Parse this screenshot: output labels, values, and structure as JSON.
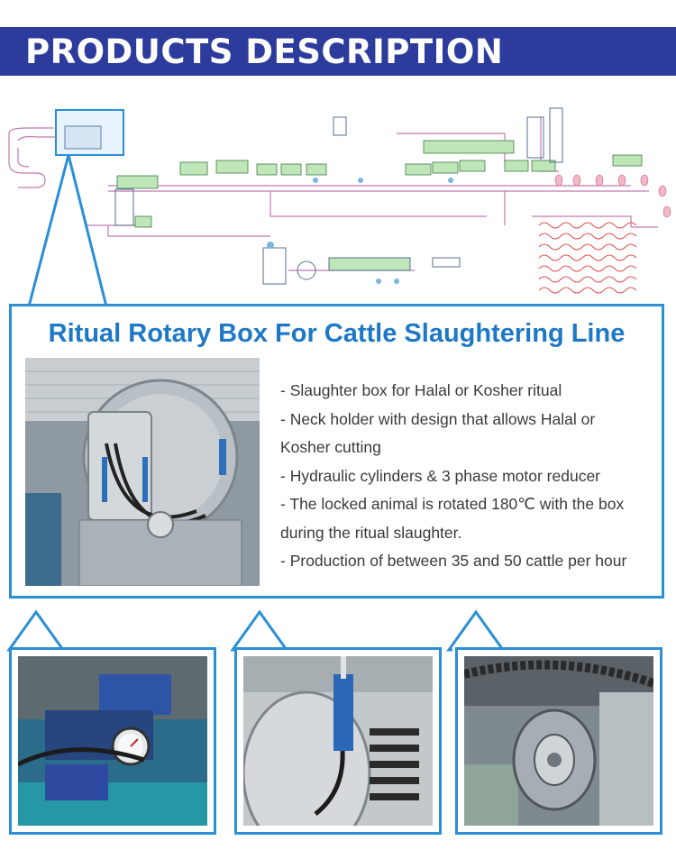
{
  "header": {
    "title": "PRODUCTS DESCRIPTION",
    "background_color": "#2d3c9c",
    "text_color": "#ffffff"
  },
  "diagram": {
    "description_type": "cattle slaughtering line layout drawing"
  },
  "main_section": {
    "title": "Ritual Rotary Box For Cattle Slaughtering Line",
    "accent_color": "#2b8fd6",
    "features": [
      "- Slaughter box for Halal or Kosher ritual",
      "- Neck holder with design that allows Halal or",
      "Kosher cutting",
      "- Hydraulic cylinders & 3 phase motor reducer",
      "- The locked animal is rotated 180℃ with the box",
      "during the ritual slaughter.",
      "- Production of between 35 and 50 cattle per hour"
    ]
  },
  "detail_photos": [
    {
      "subject": "hydraulic valve and pressure gauge"
    },
    {
      "subject": "hydraulic cylinder and chain"
    },
    {
      "subject": "chain sprocket and bearing"
    }
  ]
}
